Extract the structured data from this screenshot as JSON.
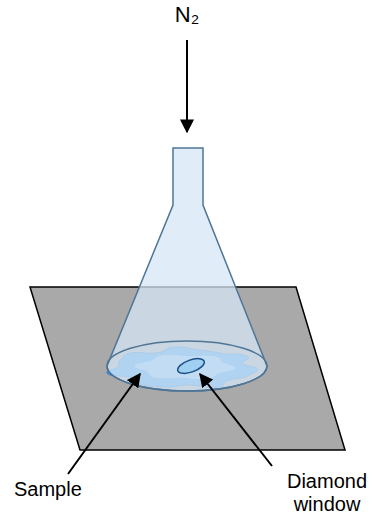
{
  "diagram": {
    "labels": [
      "N₂",
      "Sample",
      "Diamond window"
    ]
  }
}
